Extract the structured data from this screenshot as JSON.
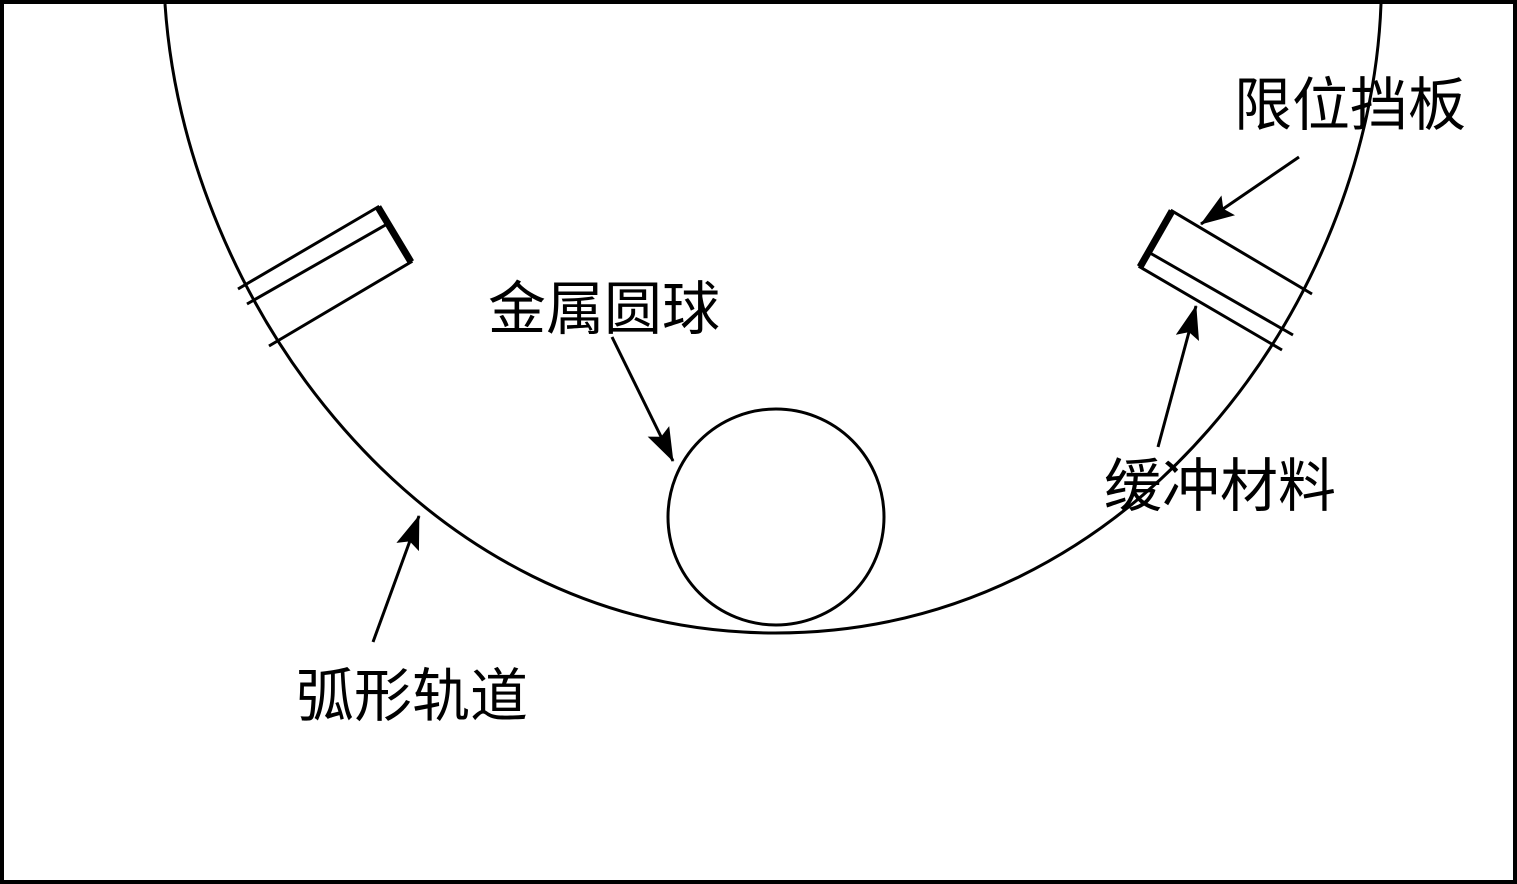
{
  "labels": {
    "metal_ball": "金属圆球",
    "limit_baffle": "限位挡板",
    "buffer_material": "缓冲材料",
    "arc_track": "弧形轨道"
  },
  "colors": {
    "line": "#000000",
    "background": "#ffffff"
  }
}
